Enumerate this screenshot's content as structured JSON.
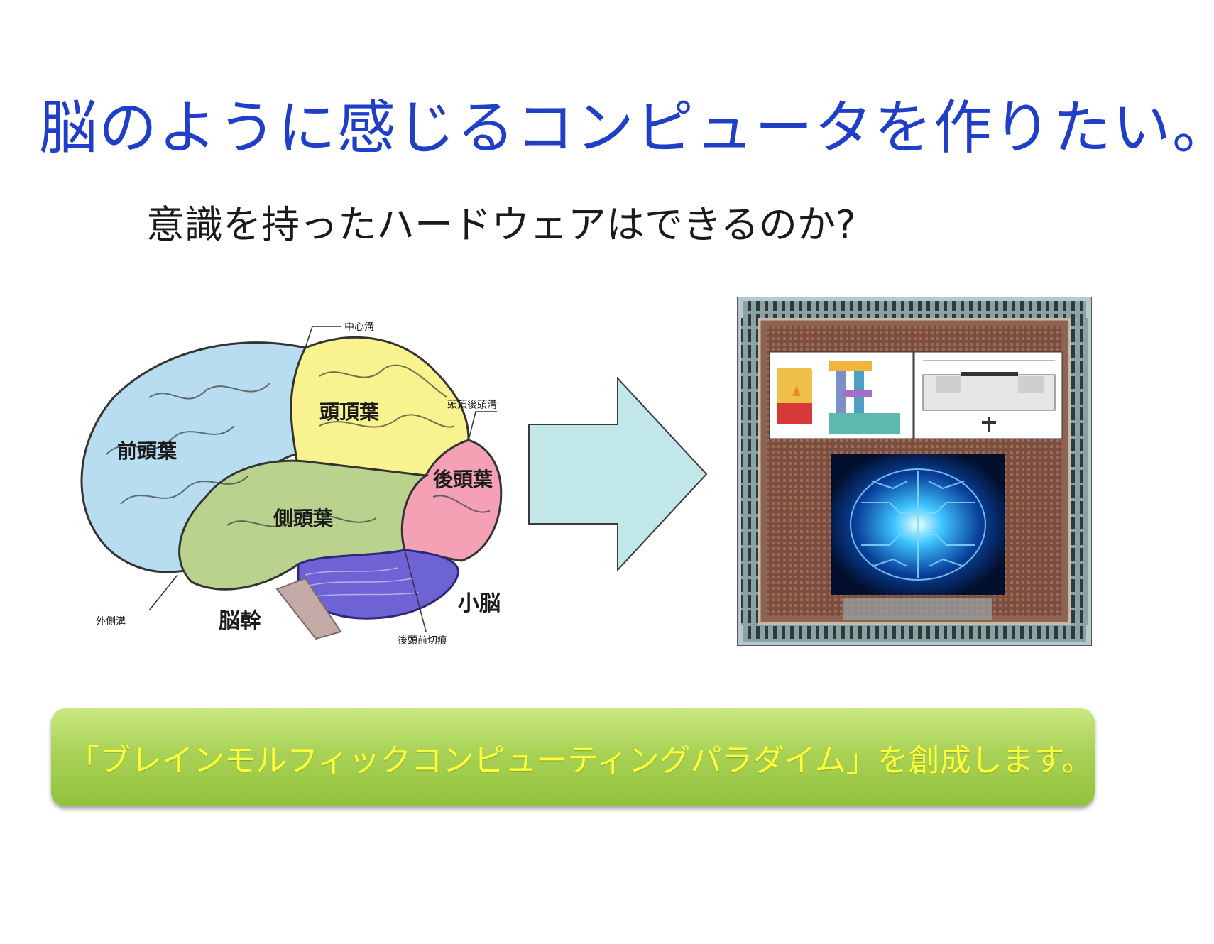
{
  "slide": {
    "title": "脳のように感じるコンピュータを作りたい。",
    "subtitle": "意識を持ったハードウェアはできるのか?",
    "banner": "「ブレインモルフィックコンピューティングパラダイム」を創成します。"
  },
  "brain": {
    "lobes": {
      "frontal": "前頭葉",
      "parietal": "頭頂葉",
      "occipital": "後頭葉",
      "temporal": "側頭葉",
      "cerebellum": "小脳",
      "brainstem": "脳幹"
    },
    "annotations": {
      "central_sulcus": "中心溝",
      "parieto_occipital_sulcus": "頭頂後頭溝",
      "lateral_sulcus": "外側溝",
      "preoccipital_notch": "後頭前切痕"
    }
  },
  "colors": {
    "title": "#1f3fc8",
    "frontal": "#b9ddf0",
    "parietal": "#f8f38e",
    "occipital": "#f4a1b6",
    "temporal": "#b9d38f",
    "cerebellum": "#6e63d4",
    "brainstem": "#c4aaa6",
    "arrow": "#c1e7e9",
    "banner_text": "#ffff3c"
  },
  "icons": [
    "brain-illustration",
    "right-arrow-icon",
    "chip-icon"
  ]
}
